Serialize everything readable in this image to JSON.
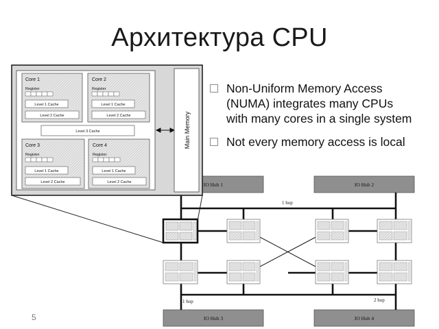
{
  "slide": {
    "title": "Архитектура CPU",
    "page_number": "5",
    "bullets": [
      {
        "lines": [
          "Non-Uniform Memory Access",
          "(NUMA) integrates many CPUs",
          "with many cores in a single system"
        ]
      },
      {
        "lines": [
          "Not every memory access is local"
        ]
      }
    ]
  },
  "cpu_diagram": {
    "cores": [
      {
        "name": "Core 1",
        "register": "Register",
        "l1": "Level 1 Cache",
        "l2": "Level 2 Cache"
      },
      {
        "name": "Core 2",
        "register": "Register",
        "l1": "Level 1 Cache",
        "l2": "Level 2 Cache"
      },
      {
        "name": "Core 3",
        "register": "Register",
        "l1": "Level 1 Cache",
        "l2": "Level 2 Cache"
      },
      {
        "name": "Core 4",
        "register": "Register",
        "l1": "Level 1 Cache",
        "l2": "Level 2 Cache"
      }
    ],
    "l3": "Level 3 Cache",
    "main_memory": "Main Memory"
  },
  "numa_diagram": {
    "hubs": [
      "IO Hub 1",
      "IO Hub 2",
      "IO Hub 3",
      "IO Hub 4"
    ],
    "hops": [
      "1 hop",
      "1 hop",
      "2 hop"
    ]
  }
}
